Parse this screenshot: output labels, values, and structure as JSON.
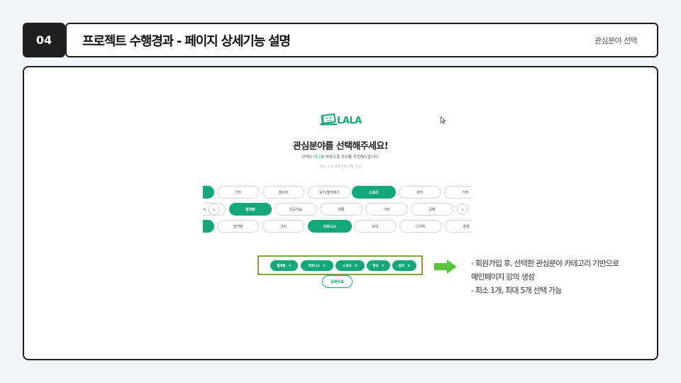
{
  "header": {
    "number": "04",
    "title": "프로젝트 수행경과 - 페이지 상세기능 설명",
    "section": "관심분야 선택"
  },
  "screen": {
    "logo_text": "LALA",
    "heading": "관심분야를 선택해주세요!",
    "subtext_pre": "선택된 ",
    "subtext_accent": "태그를",
    "subtext_post": " 바탕으로 강의를 추천해드립니다.",
    "hint": "(최소 1개, 최대 5개 선택 가능)",
    "rows": [
      [
        {
          "label": "",
          "on": true
        },
        {
          "label": "기타",
          "on": false
        },
        {
          "label": "데이터",
          "on": false
        },
        {
          "label": "요가/필라테스",
          "on": false
        },
        {
          "label": "스포츠",
          "on": true
        },
        {
          "label": "뷰티",
          "on": false
        },
        {
          "label": "기타",
          "on": false
        }
      ],
      [
        {
          "label": "시",
          "on": false
        },
        {
          "label": "웹개발",
          "on": true
        },
        {
          "label": "인공지능",
          "on": false
        },
        {
          "label": "재활",
          "on": false
        },
        {
          "label": "기타",
          "on": false
        },
        {
          "label": "공예",
          "on": false
        }
      ],
      [
        {
          "label": "",
          "on": true
        },
        {
          "label": "앱개발",
          "on": false
        },
        {
          "label": "기타",
          "on": false
        },
        {
          "label": "피트니스",
          "on": true
        },
        {
          "label": "요리",
          "on": false
        },
        {
          "label": "디저트",
          "on": false
        },
        {
          "label": "경영",
          "on": false
        }
      ]
    ],
    "prev_glyph": "‹",
    "next_glyph": "›",
    "selected": [
      {
        "label": "웹개발",
        "x": "×"
      },
      {
        "label": "피트니스",
        "x": "×"
      },
      {
        "label": "스포츠",
        "x": "×"
      },
      {
        "label": "영상",
        "x": "×"
      },
      {
        "label": "음악",
        "x": "×"
      }
    ],
    "done_label": "등록완료"
  },
  "description": {
    "line1": "- 회원가입 후, 선택한 관심분야 카테고리 기반으로",
    "line2": "메인페이지 강의 생성",
    "line3": "- 최소 1개, 최대 5개 선택 가능"
  },
  "colors": {
    "accent": "#12a87a",
    "frame": "#1f1f1f",
    "highlight_border": "#7ca82c",
    "arrow": "#5cc341",
    "background": "#f1f6fc"
  }
}
